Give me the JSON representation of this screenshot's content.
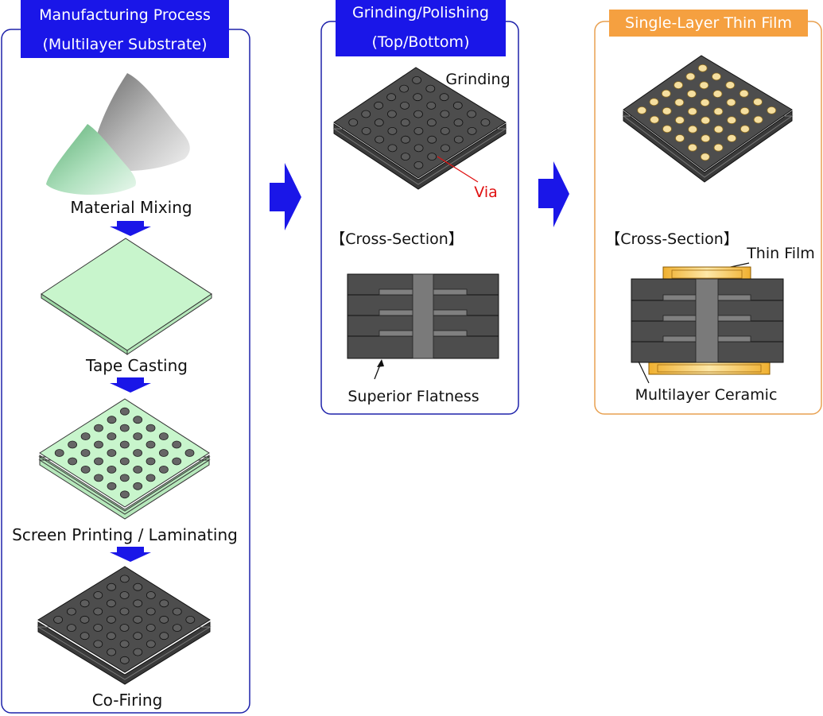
{
  "colors": {
    "blue_accent": "#1a16e8",
    "blue_border": "#1e22aa",
    "orange_accent": "#f5a040",
    "orange_border": "#e8a050",
    "ceramic_dark": "#4d4d4d",
    "via_gray": "#7a7a7a",
    "green_sheet": "#c8f5cc",
    "gold_pad": "#f5dfa0",
    "callout_red": "#e01010"
  },
  "panel_manufacturing": {
    "header_line1": "Manufacturing Process",
    "header_line2": "(Multilayer Substrate)",
    "steps": [
      {
        "label": "Material Mixing",
        "icon": "powder-cones-icon"
      },
      {
        "label": "Tape Casting",
        "icon": "green-sheet-icon"
      },
      {
        "label": "Screen Printing / Laminating",
        "icon": "laminated-sheets-icon"
      },
      {
        "label": "Co-Firing",
        "icon": "fired-substrate-icon"
      }
    ]
  },
  "panel_grinding": {
    "header_line1": "Grinding/Polishing",
    "header_line2": "(Top/Bottom)",
    "grinding_label": "Grinding",
    "via_label": "Via",
    "cross_section_label": "【Cross-Section】",
    "flatness_label": "Superior Flatness"
  },
  "panel_thinfilm": {
    "header": "Single-Layer Thin Film",
    "cross_section_label": "【Cross-Section】",
    "thin_film_label": "Thin Film",
    "ceramic_label": "Multilayer Ceramic"
  }
}
